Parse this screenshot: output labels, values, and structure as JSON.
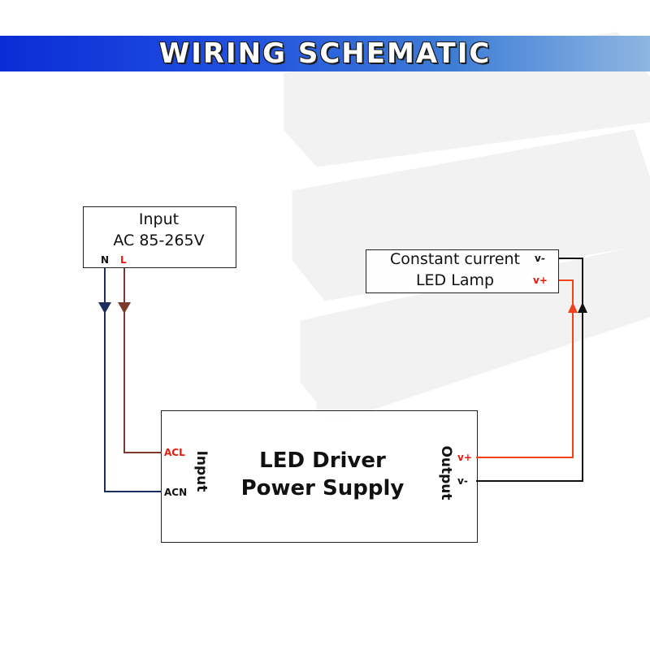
{
  "header": {
    "title": "WIRING SCHEMATIC"
  },
  "input_box": {
    "line1": "Input",
    "line2": "AC 85-265V",
    "neutral_label": "N",
    "live_label": "L"
  },
  "lamp_box": {
    "line1": "Constant current",
    "line2": "LED Lamp",
    "neg_label": "v-",
    "pos_label": "v+"
  },
  "driver_box": {
    "title_line1": "LED Driver",
    "title_line2": "Power Supply",
    "input_side_label": "Input",
    "output_side_label": "Output",
    "acl_label": "ACL",
    "acn_label": "ACN",
    "out_pos_label": "v+",
    "out_neg_label": "v-"
  },
  "wire_colors": {
    "neutral": "#1c2d5e",
    "live": "#7b3a2c",
    "positive": "#f2411b",
    "negative": "#111111"
  }
}
